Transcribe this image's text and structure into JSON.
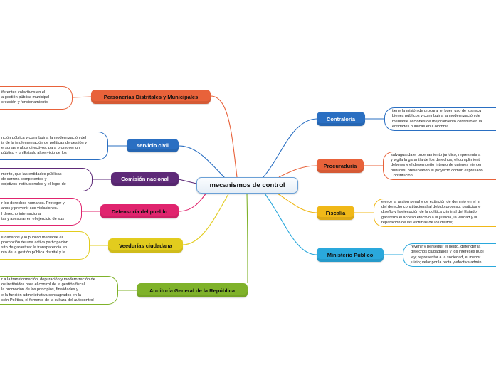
{
  "central": {
    "title": "mecanismos de control"
  },
  "colors": {
    "personerias": "#e8623a",
    "servicio": "#2a6fc2",
    "comision": "#5e2a78",
    "defensoria": "#e0246e",
    "veedurias": "#e2cc1e",
    "auditoria": "#7fb22a",
    "contraloria": "#2a6fc2",
    "procuraduria": "#e8623a",
    "fiscalia": "#f0b818",
    "ministerio": "#2aa8dc"
  },
  "branches": {
    "personerias": {
      "label": "Personerías Distritales y Municipales",
      "lines": [
        "iferentes colectivos en el",
        "a gestión pública municipal",
        "creación y funcionamiento"
      ]
    },
    "servicio": {
      "label": "servicio civil",
      "lines": [
        "nción pública y contribuir a la modernización del",
        "is de la implementación de políticas de gestión y",
        "ersonas y altos directivos, para promover un",
        "público y un Estado al servicio de los"
      ]
    },
    "comision": {
      "label": "Comisión nacional",
      "lines": [
        "mérito, que las entidades públicas",
        "de carrera competentes y",
        "objetivos institucionales y el logro de"
      ]
    },
    "defensoria": {
      "label": "Defensoría del pueblo",
      "lines": [
        "r los derechos humanos. Proteger y",
        "anos y prevenir sus violaciones.",
        "l derecho internacional",
        "tar y asesorar en el ejercicio de sus"
      ]
    },
    "veedurias": {
      "label": "Veedurías ciudadana",
      "lines": [
        "iudadanos y lo público mediante el",
        "promoción de una activa participación",
        "sito de garantizar la transparencia en",
        "nto de la gestión pública distrital y la"
      ]
    },
    "auditoria": {
      "label": "Auditoría General de la República",
      "lines": [
        "r a la transformación, depuración y modernización de",
        "os instituidos para el control de la gestión fiscal,",
        "la promoción de los principios, finalidades y",
        "e la función administrativa consagrados en la",
        "ción Política, el fomento de la cultura del autocontrol"
      ]
    },
    "contraloria": {
      "label": "Contraloría",
      "lines": [
        "tiene la misión de procurar el buen uso de los recu",
        "bienes públicos y contribuir a la modernización de",
        "mediante acciones de mejoramiento continuo en la",
        "entidades públicas en Colombia"
      ]
    },
    "procuraduria": {
      "label": "Procuraduría",
      "lines": [
        "salvaguarda el ordenamiento jurídico, representa a",
        "y vigila la garantía de los derechos, el cumplimient",
        "deberes y el desempeño íntegro de quienes ejercen",
        "públicas, preservando el proyecto común expresado",
        "Constitución"
      ]
    },
    "fiscalia": {
      "label": "Fiscalía",
      "lines": [
        "ejerce la acción penal y de extinción de dominio en el m",
        "del derecho constitucional al debido proceso; participa e",
        "diseño y la ejecución de la política criminal del Estado;",
        "garantiza el acceso efectivo a la justicia, la verdad y la",
        "reparación de las víctimas de los delitos;"
      ]
    },
    "ministerio": {
      "label": "Ministerio Público",
      "lines": [
        "revenir y perseguir el delito, defender la",
        "derechos ciudadanos y los intereses públ",
        "ley; representar a la sociedad, el menor",
        "juicio; velar por la recta y efectiva admin"
      ]
    }
  }
}
